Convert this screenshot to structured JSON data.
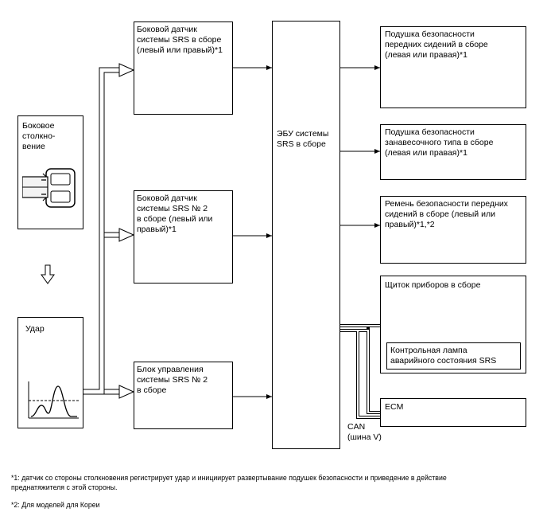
{
  "collision": {
    "title": "Боковое\nстолкно-\nвение"
  },
  "impact": {
    "title": "Удар"
  },
  "sensors": [
    {
      "label": "Боковой датчик\nсистемы SRS в сборе\n(левый или правый)*1"
    },
    {
      "label": "Боковой датчик\nсистемы SRS № 2\nв сборе (левый или\nправый)*1"
    },
    {
      "label": "Блок управления\nсистемы SRS № 2\nв сборе"
    }
  ],
  "ecu": {
    "label": "ЭБУ системы\nSRS в сборе"
  },
  "outputs": [
    {
      "label": "Подушка безопасности\nпередних сидений в сборе\n(левая или правая)*1"
    },
    {
      "label": "Подушка безопасности\nзанавесочного типа в сборе\n(левая или правая)*1"
    },
    {
      "label": "Ремень безопасности передних\nсидений в сборе (левый или\nправый)*1,*2"
    }
  ],
  "meter": {
    "label": "Щиток приборов в сборе",
    "lamp": "Контрольная лампа\nаварийного состояния SRS"
  },
  "ecm": {
    "label": "ECM"
  },
  "can": {
    "label": "CAN\n(шина V)"
  },
  "footnotes": {
    "note1": "*1: датчик со стороны столкновения регистрирует удар и инициирует развертывание подушек безопасности и приведение в действие\nпреднатяжителя с этой стороны.",
    "note2": "*2: Для моделей для Кореи"
  }
}
